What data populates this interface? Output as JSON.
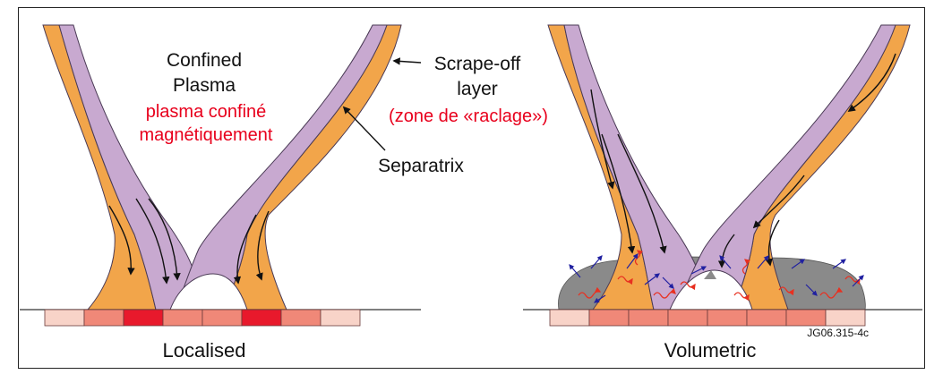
{
  "labels": {
    "confined_line1": "Confined",
    "confined_line2": "Plasma",
    "confined_fr_line1": "plasma confiné",
    "confined_fr_line2": "magnétiquement",
    "scrape_line1": "Scrape-off",
    "scrape_line2": "layer",
    "scrape_fr": "(zone de «raclage»)",
    "separatrix": "Separatrix",
    "panel_left": "Localised",
    "panel_right": "Volumetric",
    "figure_id": "JG06.315-4c"
  },
  "colors": {
    "scrape_off_layer": "#f2a54a",
    "separatrix_plasma": "#c8a9d0",
    "outline": "#4a3a55",
    "tile_light": "#f8d3c8",
    "tile_medium": "#f08878",
    "tile_hot": "#e8192c",
    "radiating_cloud": "#8a8a8a",
    "radiation_red": "#e83020",
    "radiation_blue": "#2020a0",
    "french_text": "#e8001c"
  },
  "tiles": {
    "localised": [
      "light",
      "medium",
      "hot",
      "medium",
      "medium",
      "hot",
      "medium",
      "light"
    ],
    "volumetric": [
      "light",
      "medium",
      "medium",
      "medium",
      "medium",
      "medium",
      "medium",
      "light"
    ]
  }
}
